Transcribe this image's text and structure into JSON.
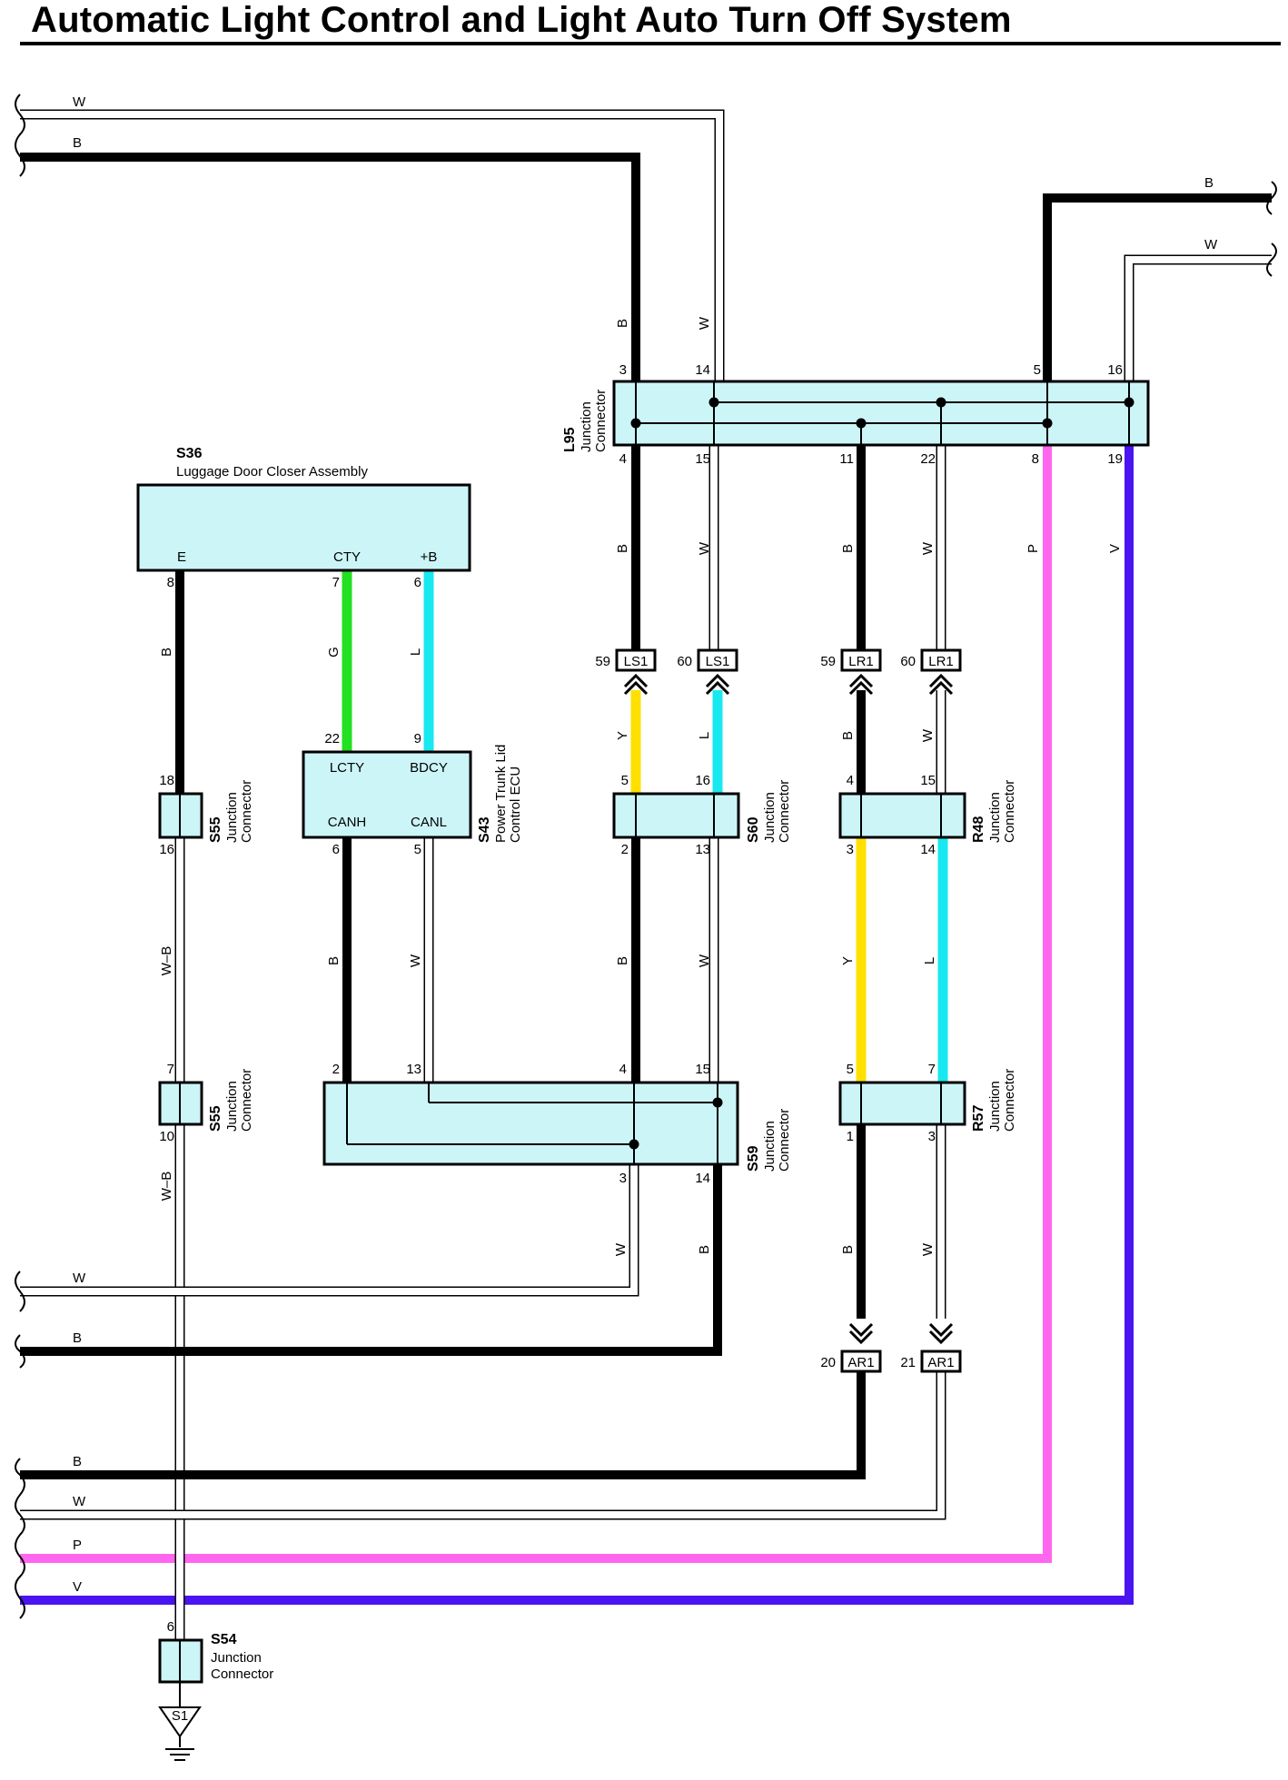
{
  "title": "Automatic Light Control and Light Auto Turn Off System",
  "colors": {
    "B": "#000000",
    "W": "#ffffff",
    "G": "#22e022",
    "L": "#18e8f0",
    "Y": "#ffe000",
    "P": "#ff66f0",
    "V": "#4a14f0",
    "box": "#ccf5f8"
  },
  "wire_codes": {
    "W": "W",
    "B": "B",
    "G": "G",
    "L": "L",
    "Y": "Y",
    "P": "P",
    "V": "V",
    "WB": "W–B"
  },
  "connectors": {
    "L95": {
      "id": "L95",
      "name": [
        "Junction",
        "Connector"
      ]
    },
    "S36": {
      "id": "S36",
      "name": "Luggage Door Closer Assembly"
    },
    "S43": {
      "id": "S43",
      "name": [
        "Power Trunk Lid",
        "Control ECU"
      ]
    },
    "S55": {
      "id": "S55",
      "name": [
        "Junction",
        "Connector"
      ]
    },
    "S60": {
      "id": "S60",
      "name": [
        "Junction",
        "Connector"
      ]
    },
    "R48": {
      "id": "R48",
      "name": [
        "Junction",
        "Connector"
      ]
    },
    "S59": {
      "id": "S59",
      "name": [
        "Junction",
        "Connector"
      ]
    },
    "R57": {
      "id": "R57",
      "name": [
        "Junction",
        "Connector"
      ]
    },
    "S54": {
      "id": "S54",
      "name": [
        "Junction",
        "Connector"
      ]
    }
  },
  "pin_labels": {
    "E": "E",
    "CTY": "CTY",
    "PB": "+B",
    "LCTY": "LCTY",
    "BDCY": "BDCY",
    "CANH": "CANH",
    "CANL": "CANL"
  },
  "inline_connectors": {
    "LS1": "LS1",
    "LR1": "LR1",
    "AR1": "AR1"
  },
  "ground": {
    "id": "S1"
  },
  "pins": {
    "l95_3": "3",
    "l95_14": "14",
    "l95_5": "5",
    "l95_16": "16",
    "l95_4": "4",
    "l95_15": "15",
    "l95_11": "11",
    "l95_22": "22",
    "l95_8": "8",
    "l95_19": "19",
    "s36_8": "8",
    "s36_7": "7",
    "s36_6": "6",
    "s43_22": "22",
    "s43_9": "9",
    "s43_6": "6",
    "s43_5": "5",
    "s55a_18": "18",
    "s55a_16": "16",
    "s55b_7": "7",
    "s55b_10": "10",
    "ls1_59": "59",
    "ls1_60": "60",
    "lr1_59": "59",
    "lr1_60": "60",
    "s60_5": "5",
    "s60_16": "16",
    "s60_2": "2",
    "s60_13": "13",
    "r48_4": "4",
    "r48_15": "15",
    "r48_3": "3",
    "r48_14": "14",
    "s59_2": "2",
    "s59_13": "13",
    "s59_4": "4",
    "s59_15": "15",
    "s59_3": "3",
    "s59_14": "14",
    "r57_5": "5",
    "r57_7": "7",
    "r57_1": "1",
    "r57_3": "3",
    "ar1_20": "20",
    "ar1_21": "21",
    "s54_6": "6"
  }
}
